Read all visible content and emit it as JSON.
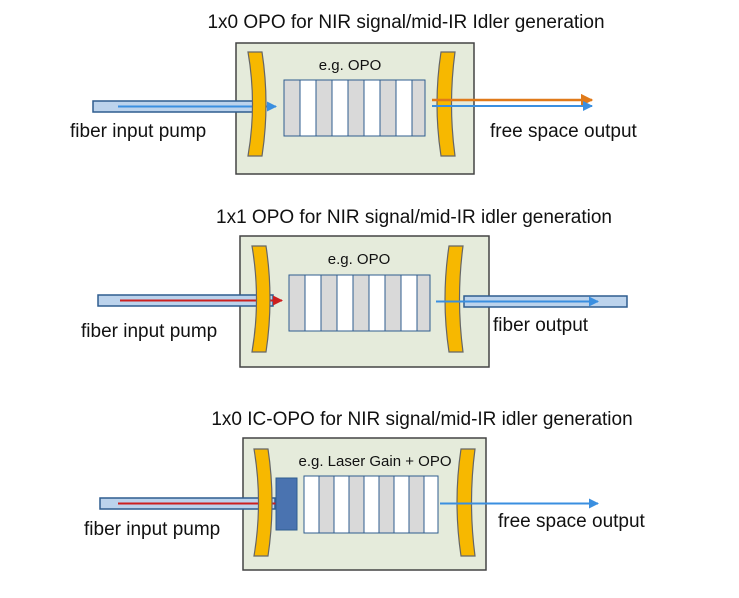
{
  "colors": {
    "box_fill": "#e5ebdb",
    "box_stroke": "#444444",
    "mirror_fill": "#f7b800",
    "mirror_stroke": "#666666",
    "fiber_fill": "#bcd3ec",
    "fiber_stroke": "#2f5d8f",
    "crystal_fill": "#d9d9d9",
    "crystal_stroke": "#2f5d8f",
    "gain_fill": "#4a73b0",
    "pump_red": "#cc1f1f",
    "signal_blue": "#3a8fe0",
    "idler_orange": "#e07a1a"
  },
  "diagrams": [
    {
      "title": "1x0 OPO for NIR signal/mid-IR Idler generation",
      "crystal_label": "e.g. OPO",
      "input_label": "fiber input pump",
      "output_label": "free space output"
    },
    {
      "title": "1x1 OPO for NIR signal/mid-IR idler generation",
      "crystal_label": "e.g. OPO",
      "input_label": "fiber input pump",
      "output_label": "fiber output"
    },
    {
      "title": "1x0 IC-OPO for NIR signal/mid-IR idler generation",
      "crystal_label": "e.g. Laser Gain + OPO",
      "input_label": "fiber input pump",
      "output_label": "free space output"
    }
  ]
}
